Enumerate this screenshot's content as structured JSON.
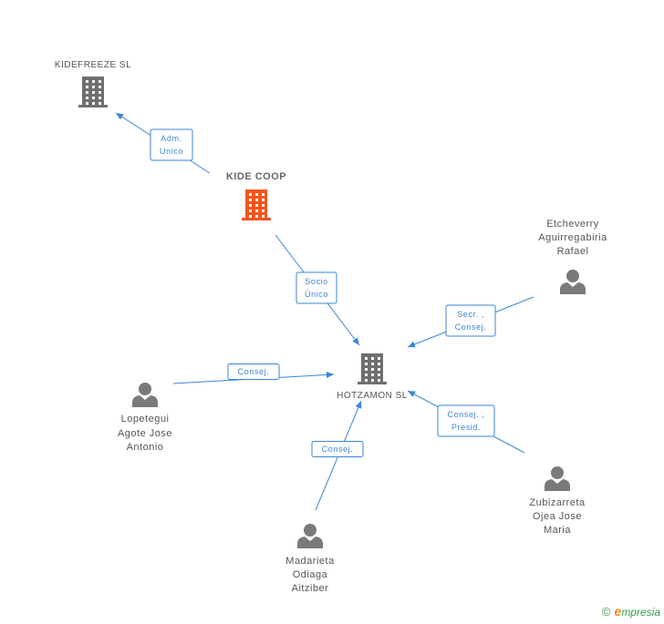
{
  "nodes": [
    {
      "id": "kidefreeze",
      "type": "company",
      "lines": [
        "KIDEFREEZE SL"
      ]
    },
    {
      "id": "kidecoop",
      "type": "company-main",
      "lines": [
        "KIDE COOP"
      ]
    },
    {
      "id": "hotzamon",
      "type": "company",
      "lines": [
        "HOTZAMON SL"
      ]
    },
    {
      "id": "etcheverry",
      "type": "person",
      "lines": [
        "Etcheverry",
        "Aguirregabiria",
        "Rafael"
      ]
    },
    {
      "id": "lopetegui",
      "type": "person",
      "lines": [
        "Lopetegui",
        "Agote Jose",
        "Antonio"
      ]
    },
    {
      "id": "zubizarreta",
      "type": "person",
      "lines": [
        "Zubizarreta",
        "Ojea Jose",
        "Maria"
      ]
    },
    {
      "id": "madarieta",
      "type": "person",
      "lines": [
        "Madarieta",
        "Odiaga",
        "Aitziber"
      ]
    }
  ],
  "edges": [
    {
      "from": "kidecoop",
      "to": "kidefreeze",
      "label": [
        "Adm.",
        "Unico"
      ]
    },
    {
      "from": "kidecoop",
      "to": "hotzamon",
      "label": [
        "Socio",
        "Único"
      ]
    },
    {
      "from": "etcheverry",
      "to": "hotzamon",
      "label": [
        "Secr. ,",
        "Consej."
      ]
    },
    {
      "from": "lopetegui",
      "to": "hotzamon",
      "label": [
        "Consej."
      ]
    },
    {
      "from": "zubizarreta",
      "to": "hotzamon",
      "label": [
        "Consej. ,",
        "Presid."
      ]
    },
    {
      "from": "madarieta",
      "to": "hotzamon",
      "label": [
        "Consej."
      ]
    }
  ],
  "footer": {
    "copyright": "©",
    "brand_initial": "e",
    "brand_rest": "mpresia"
  }
}
